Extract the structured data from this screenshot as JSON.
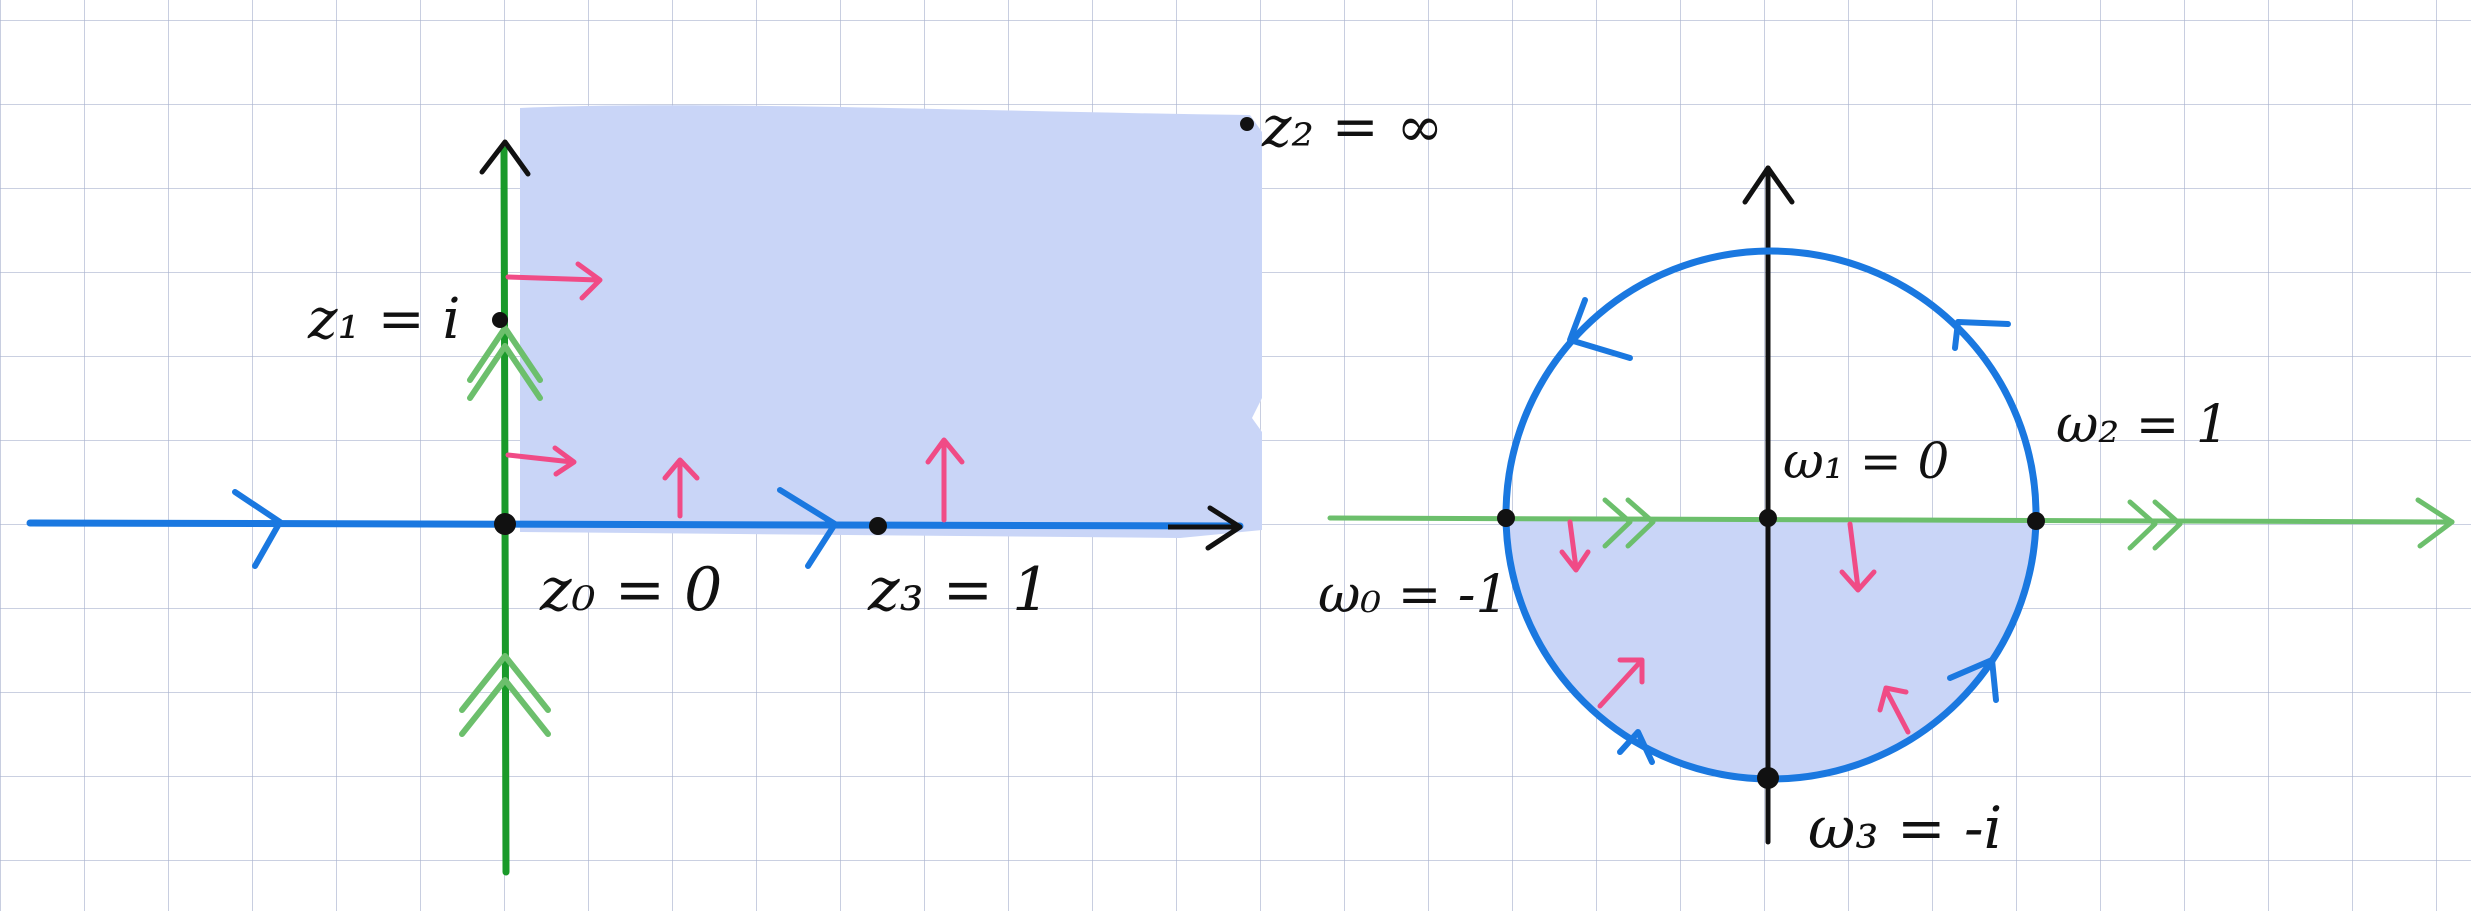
{
  "colors": {
    "paper": "#ffffff",
    "grid": "#aab3cf",
    "region_fill": "#c9d5f7",
    "blue_contour": "#1a78e0",
    "green_axis": "#1a9a2a",
    "green_light": "#6cbf6c",
    "pink_arrow": "#f04b86",
    "ink": "#111111"
  },
  "z_plane": {
    "labels": {
      "z0": "z₀ = 0",
      "z1": "z₁ = i",
      "z2": "z₂ = ∞",
      "z3": "z₃ = 1"
    }
  },
  "w_plane": {
    "labels": {
      "w0": "ω₀ = -1",
      "w1": "ω₁ = 0",
      "w2": "ω₂ = 1",
      "w3": "ω₃ = -i"
    }
  }
}
